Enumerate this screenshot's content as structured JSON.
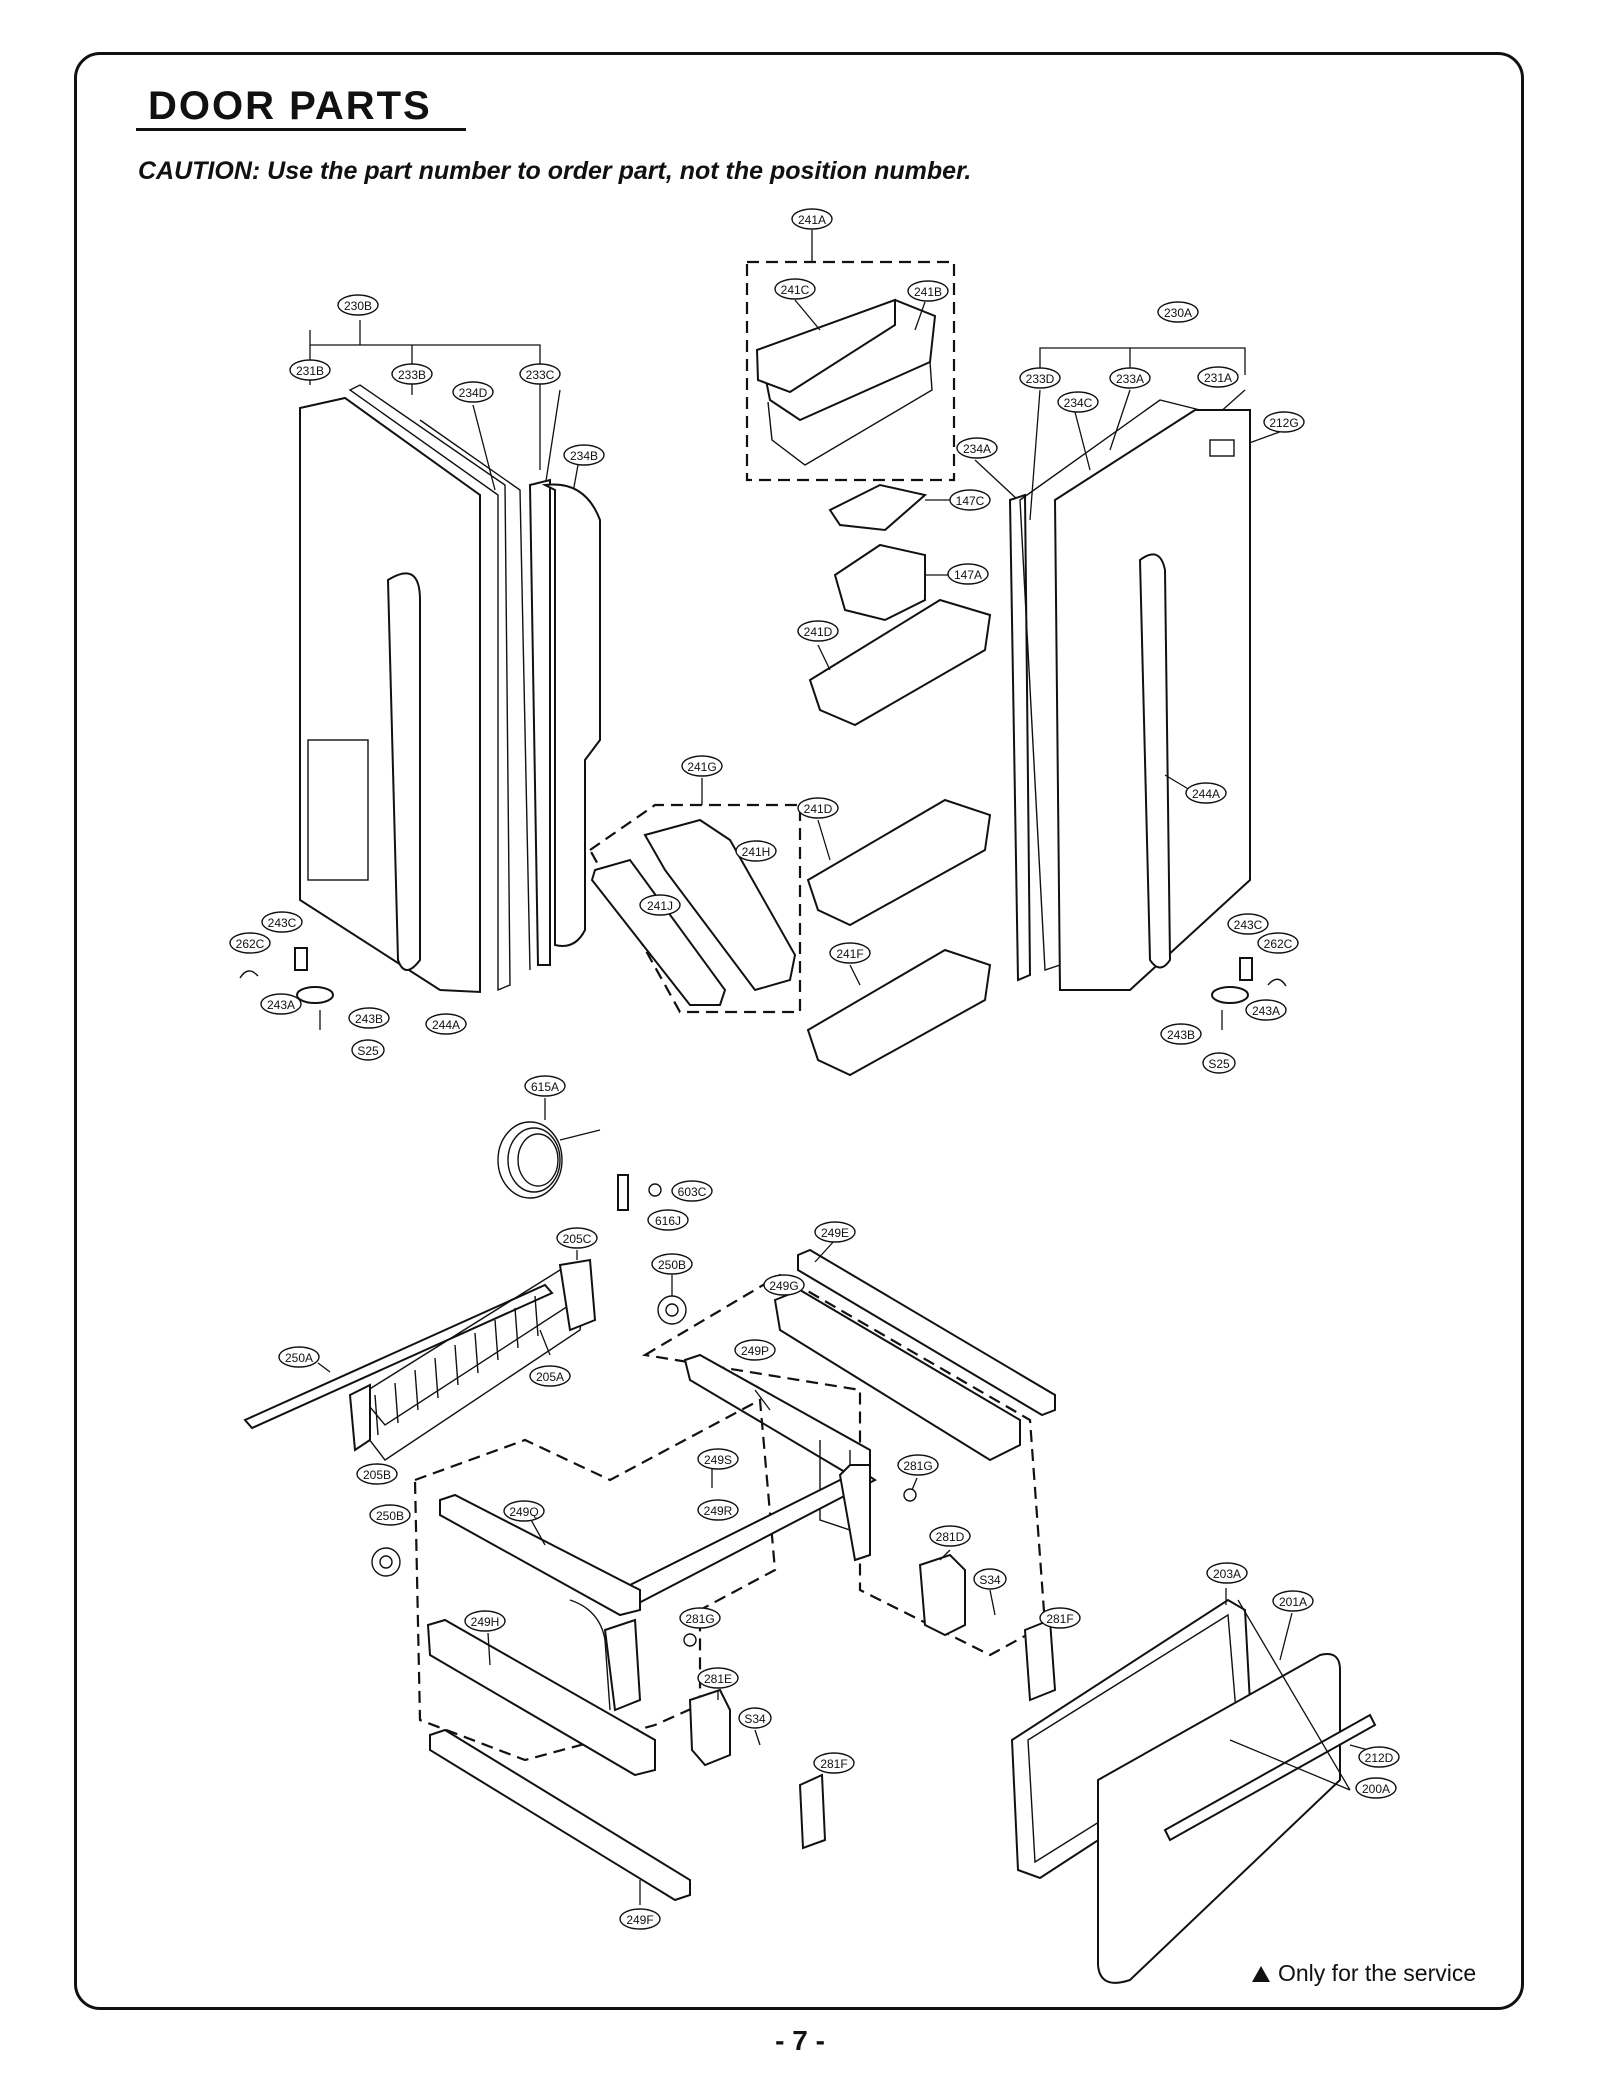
{
  "page": {
    "title": "DOOR PARTS",
    "caution": "CAUTION: Use the part number to order part, not the position number.",
    "footnote": "Only for the service",
    "page_number": "- 7 -"
  },
  "labels": {
    "l241A": "241A",
    "l241C": "241C",
    "l241B": "241B",
    "l230B": "230B",
    "l231B": "231B",
    "l233B": "233B",
    "l234D": "234D",
    "l233C": "233C",
    "l234B": "234B",
    "l230A": "230A",
    "l233D": "233D",
    "l233A": "233A",
    "l231A": "231A",
    "l234C": "234C",
    "l212G": "212G",
    "l234A": "234A",
    "l147C": "147C",
    "l147A": "147A",
    "l241D_a": "241D",
    "l241D_b": "241D",
    "l241F": "241F",
    "l241G": "241G",
    "l241H": "241H",
    "l241J": "241J",
    "l244A_r": "244A",
    "l244A_l": "244A",
    "l243C_l": "243C",
    "l262C_l": "262C",
    "l243A_l": "243A",
    "l243B_l": "243B",
    "lS25_l": "S25",
    "l243C_r": "243C",
    "l262C_r": "262C",
    "l243A_r": "243A",
    "l243B_r": "243B",
    "lS25_r": "S25",
    "l615A": "615A",
    "l603C": "603C",
    "l616J": "616J",
    "l205C": "205C",
    "l250B_a": "250B",
    "l249E": "249E",
    "l249G": "249G",
    "l250A": "250A",
    "l205A": "205A",
    "l249P": "249P",
    "l205B": "205B",
    "l249S": "249S",
    "l281G_a": "281G",
    "l250B_b": "250B",
    "l249Q": "249Q",
    "l249R": "249R",
    "l281D": "281D",
    "lS34_a": "S34",
    "l203A": "203A",
    "l201A": "201A",
    "l281F_a": "281F",
    "l249H": "249H",
    "l281G_b": "281G",
    "l281E": "281E",
    "lS34_b": "S34",
    "l281F_b": "281F",
    "l212D": "212D",
    "l200A": "200A",
    "l249F": "249F"
  }
}
